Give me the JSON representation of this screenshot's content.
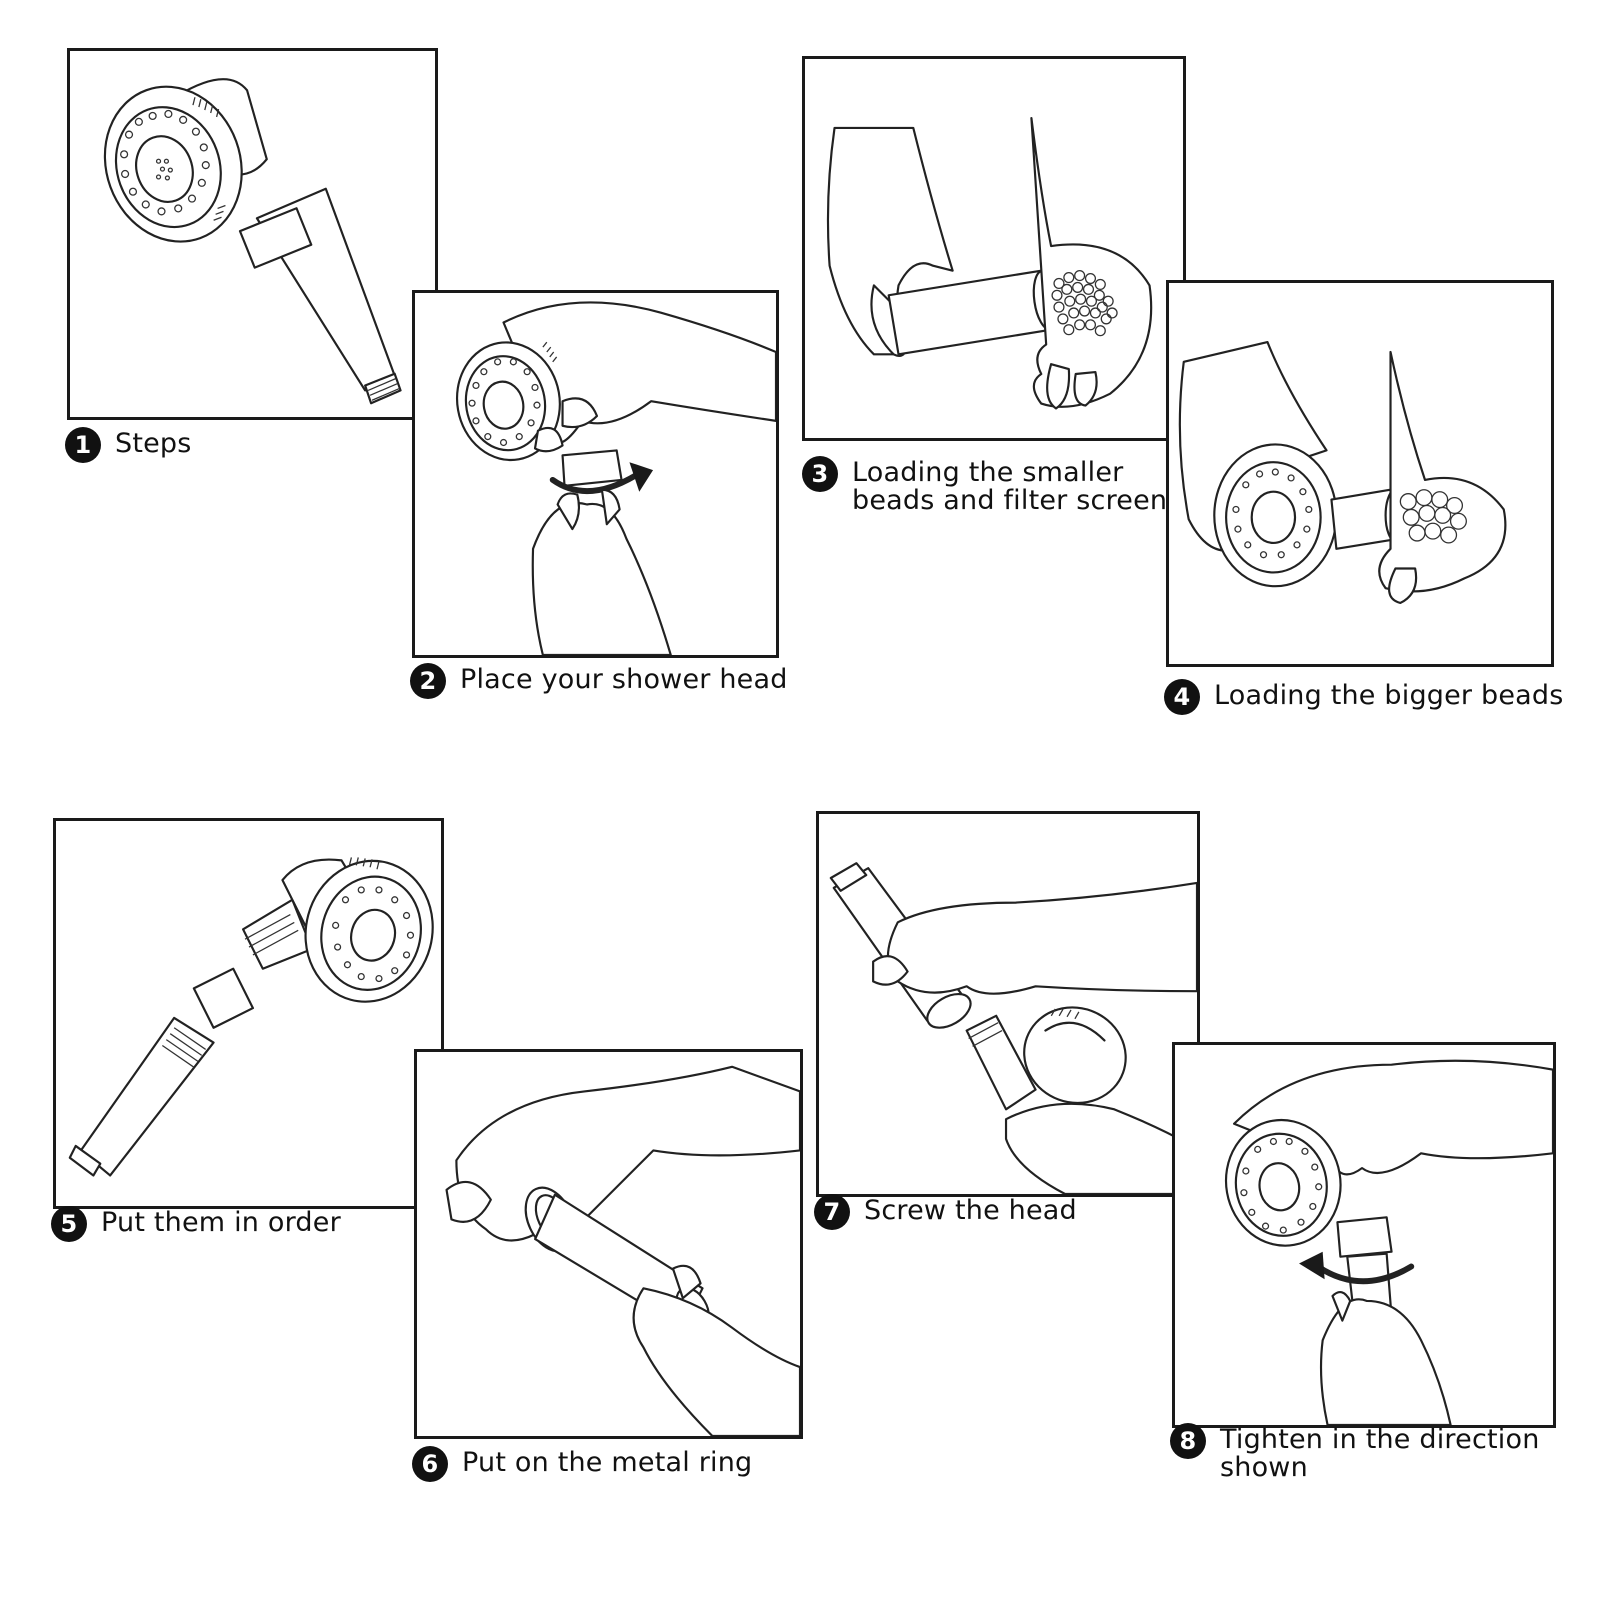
{
  "steps": [
    {
      "number": "1",
      "label": "Steps"
    },
    {
      "number": "2",
      "label": "Place your shower head"
    },
    {
      "number": "3",
      "label_lines": [
        "Loading the smaller",
        "beads and filter screen"
      ]
    },
    {
      "number": "4",
      "label": "Loading the bigger beads"
    },
    {
      "number": "5",
      "label": "Put them in order"
    },
    {
      "number": "6",
      "label": "Put on the metal ring"
    },
    {
      "number": "7",
      "label": "Screw the head"
    },
    {
      "number": "8",
      "label_lines": [
        "Tighten in the direction",
        "shown"
      ]
    }
  ],
  "illustrations": {
    "step1": "shower-head-assembled",
    "step2": "hand-twisting-head-off",
    "step3": "pouring-small-beads",
    "step4": "pouring-big-beads",
    "step5": "exploded-parts",
    "step6": "fitting-metal-ring",
    "step7": "screwing-head-on",
    "step8": "tightening-head"
  },
  "colors": {
    "line": "#1a1a1a",
    "badge": "#111111",
    "background": "#ffffff"
  }
}
